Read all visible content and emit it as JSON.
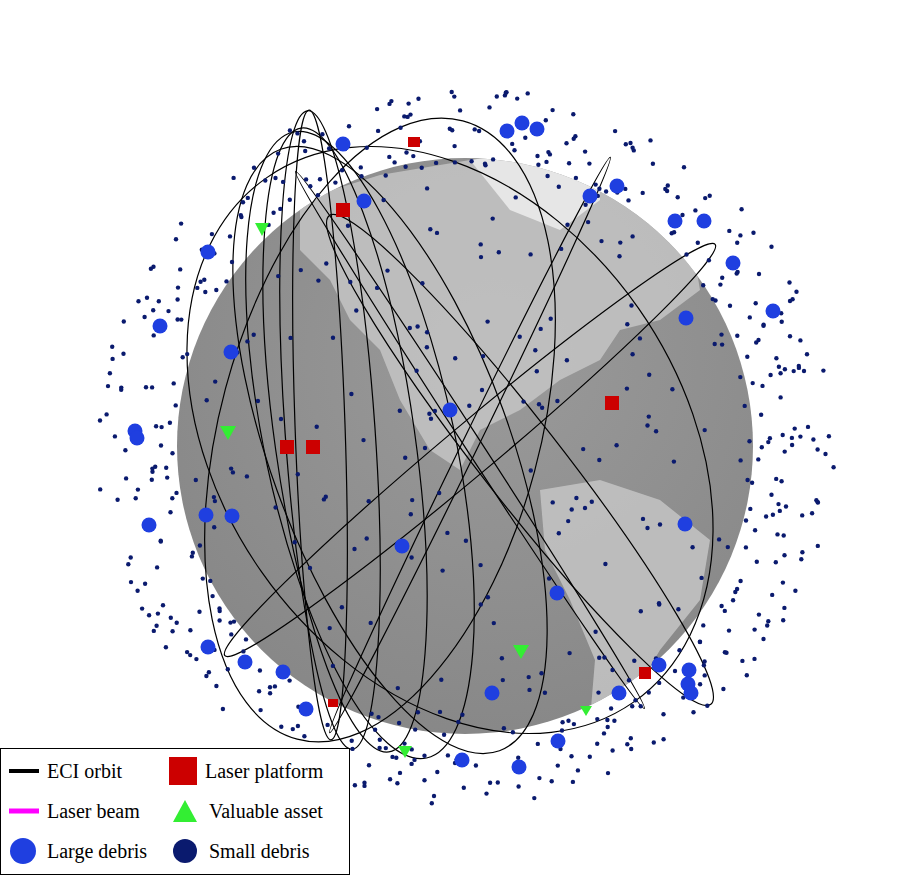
{
  "diagram": {
    "legend": [
      {
        "text": "ECI orbit"
      },
      {
        "text": "Laser platform",
        "color": "#cc0000"
      },
      {
        "text": "Laser beam"
      },
      {
        "text": "Valuable asset"
      },
      {
        "text": "Large debris"
      },
      {
        "text": "Small debris"
      }
    ]
  }
}
